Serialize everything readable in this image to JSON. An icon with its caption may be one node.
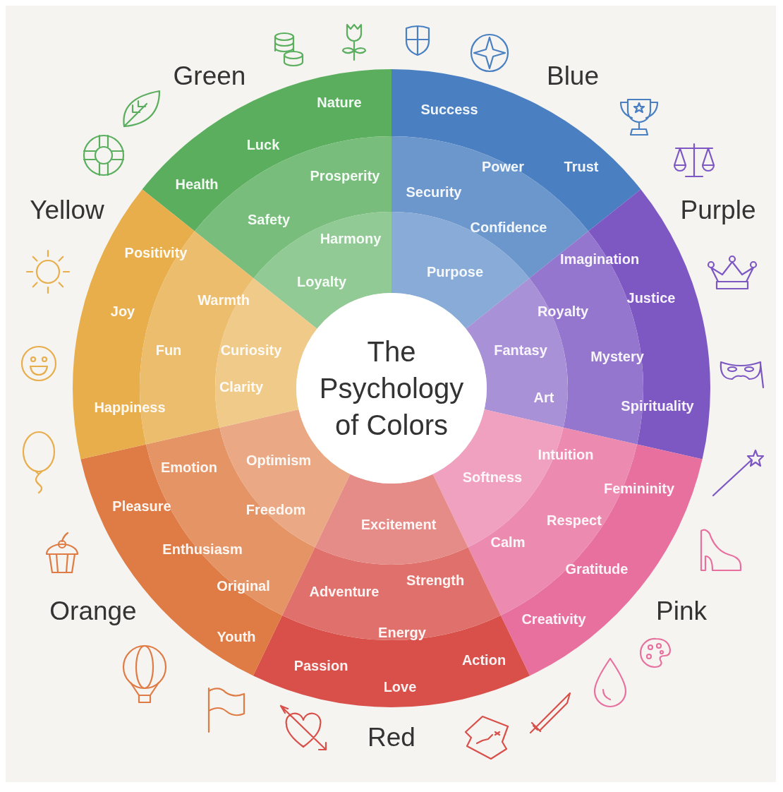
{
  "diagram": {
    "title": "The Psychology of Colors",
    "nodes": [
      {
        "text": [
          "Green"
        ]
      },
      {
        "text": [
          "Nature",
          "Luck",
          "Health"
        ],
        "in": 0
      },
      {
        "text": [
          "Prosperity",
          "Safety"
        ],
        "in": 0
      },
      {
        "text": [
          "Harmony",
          "Loyalty"
        ],
        "in": 0
      },
      {
        "text": [
          "Blue"
        ]
      },
      {
        "text": [
          "Success",
          "Trust"
        ],
        "in": 4
      },
      {
        "text": [
          "Power",
          "Security",
          "Confidence"
        ],
        "in": 4
      },
      {
        "text": [
          "Purpose"
        ],
        "in": 4
      },
      {
        "text": [
          "Purple"
        ]
      },
      {
        "text": [
          "Justice",
          "Spirituality"
        ],
        "in": 8
      },
      {
        "text": [
          "Imagination",
          "Royalty",
          "Mystery"
        ],
        "in": 8
      },
      {
        "text": [
          "Fantasy",
          "Art"
        ],
        "in": 8
      },
      {
        "text": [
          "Pink"
        ]
      },
      {
        "text": [
          "Femininity",
          "Gratitude",
          "Creativity"
        ],
        "in": 12
      },
      {
        "text": [
          "Intuition",
          "Respect",
          "Calm"
        ],
        "in": 12
      },
      {
        "text": [
          "Softness"
        ],
        "in": 12
      },
      {
        "text": [
          "Red"
        ]
      },
      {
        "text": [
          "Action",
          "Passion",
          "Love"
        ],
        "in": 16
      },
      {
        "text": [
          "Strength",
          "Adventure",
          "Energy"
        ],
        "in": 16
      },
      {
        "text": [
          "Excitement"
        ],
        "in": 16
      },
      {
        "text": [
          "Orange"
        ]
      },
      {
        "text": [
          "Pleasure",
          "Youth"
        ],
        "in": 20
      },
      {
        "text": [
          "Emotion",
          "Enthusiasm",
          "Original"
        ],
        "in": 20
      },
      {
        "text": [
          "Optimism",
          "Freedom"
        ],
        "in": 20
      },
      {
        "text": [
          "Yellow"
        ]
      },
      {
        "text": [
          "Positivity",
          "Joy",
          "Happiness"
        ],
        "in": 24
      },
      {
        "text": [
          "Warmth",
          "Fun"
        ],
        "in": 24
      },
      {
        "text": [
          "Curiosity",
          "Clarity"
        ],
        "in": 24
      }
    ]
  }
}
